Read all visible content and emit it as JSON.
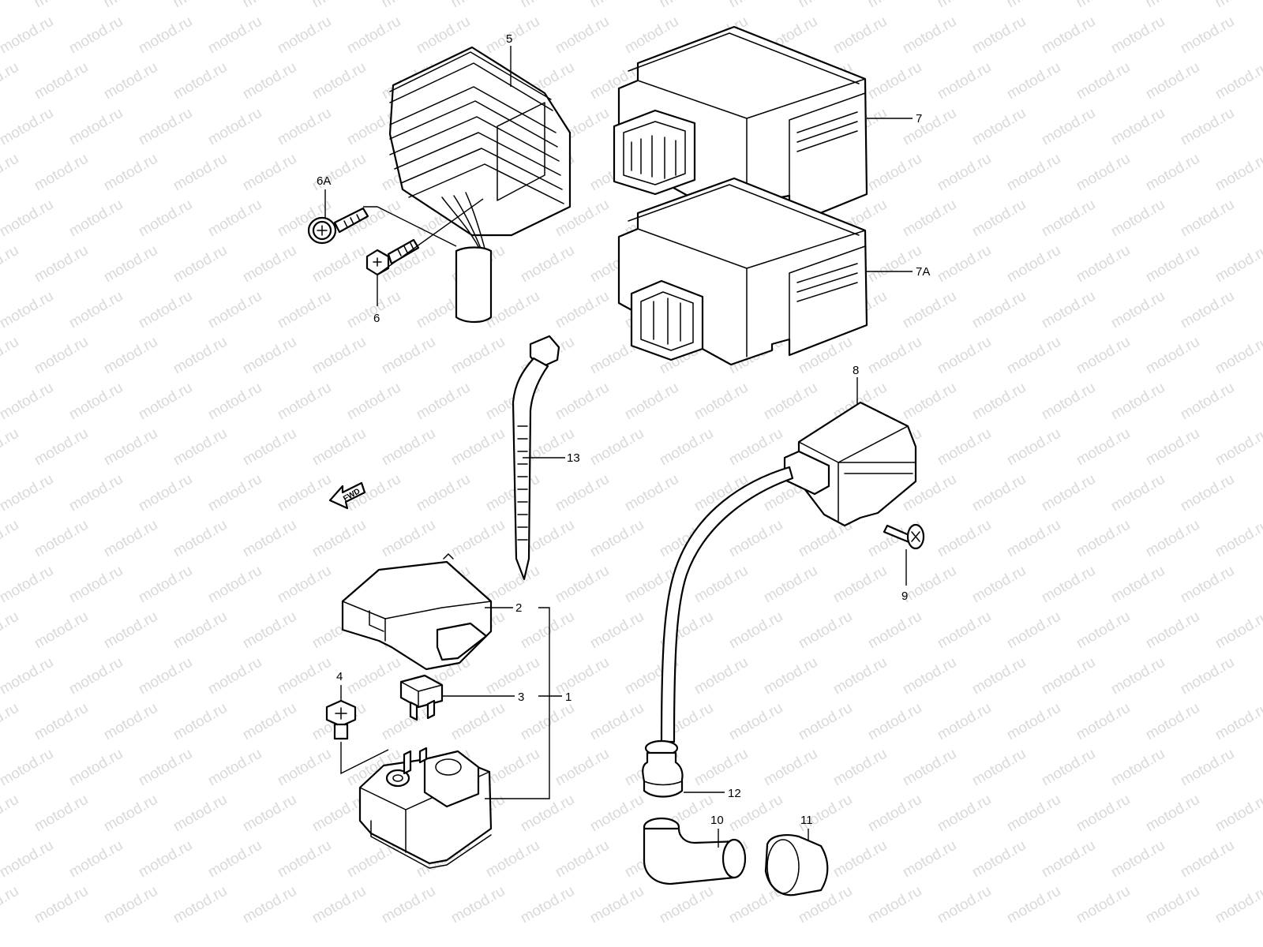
{
  "watermark": {
    "text": "motod.ru",
    "color": "#d9d9d9"
  },
  "direction_marker": {
    "label": "FWD",
    "icon": "left-arrow-icon"
  },
  "colors": {
    "line": "#000000",
    "background": "#ffffff"
  },
  "callouts": [
    {
      "id": "5",
      "label": "5"
    },
    {
      "id": "6A",
      "label": "6A"
    },
    {
      "id": "6",
      "label": "6"
    },
    {
      "id": "7",
      "label": "7"
    },
    {
      "id": "7A",
      "label": "7A"
    },
    {
      "id": "13",
      "label": "13"
    },
    {
      "id": "8",
      "label": "8"
    },
    {
      "id": "9",
      "label": "9"
    },
    {
      "id": "2",
      "label": "2"
    },
    {
      "id": "4",
      "label": "4"
    },
    {
      "id": "3",
      "label": "3"
    },
    {
      "id": "1",
      "label": "1"
    },
    {
      "id": "12",
      "label": "12"
    },
    {
      "id": "10",
      "label": "10"
    },
    {
      "id": "11",
      "label": "11"
    }
  ]
}
